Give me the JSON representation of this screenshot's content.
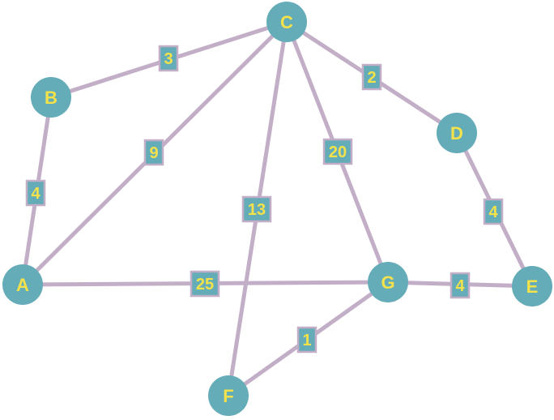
{
  "graph": {
    "colors": {
      "node_fill": "#65acb9",
      "label_text": "#f4e24a",
      "edge": "#c3aec7"
    },
    "nodes": [
      {
        "id": "A",
        "label": "A"
      },
      {
        "id": "B",
        "label": "B"
      },
      {
        "id": "C",
        "label": "C"
      },
      {
        "id": "D",
        "label": "D"
      },
      {
        "id": "E",
        "label": "E"
      },
      {
        "id": "F",
        "label": "F"
      },
      {
        "id": "G",
        "label": "G"
      }
    ],
    "edges": [
      {
        "from": "B",
        "to": "C",
        "weight": "3"
      },
      {
        "from": "C",
        "to": "D",
        "weight": "2"
      },
      {
        "from": "A",
        "to": "B",
        "weight": "4"
      },
      {
        "from": "A",
        "to": "C",
        "weight": "9"
      },
      {
        "from": "C",
        "to": "F",
        "weight": "13"
      },
      {
        "from": "C",
        "to": "G",
        "weight": "20"
      },
      {
        "from": "D",
        "to": "E",
        "weight": "4"
      },
      {
        "from": "A",
        "to": "G",
        "weight": "25"
      },
      {
        "from": "G",
        "to": "E",
        "weight": "4"
      },
      {
        "from": "G",
        "to": "F",
        "weight": "1"
      }
    ]
  }
}
